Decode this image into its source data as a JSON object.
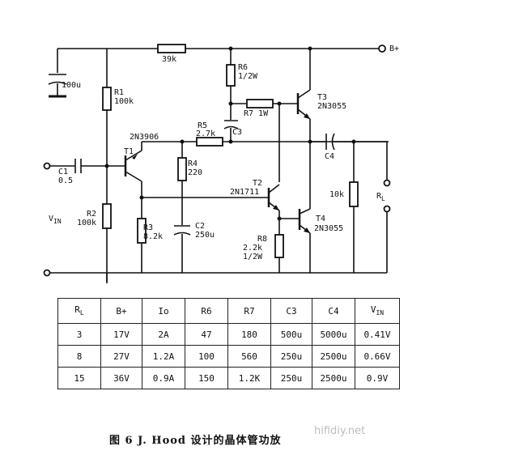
{
  "schematic": {
    "labels": {
      "bplus": "B+",
      "c100u": "100u",
      "r1_name": "R1",
      "r1_val": "100k",
      "r39k": "39k",
      "r6_name": "R6",
      "r6_val": "1/2W",
      "t3_name": "T3",
      "t3_type": "2N3055",
      "r7": "R7 1W",
      "r5_name": "R5",
      "r5_val": "2.7k",
      "c3": "C3",
      "t1_type": "2N3906",
      "t1_name": "T1",
      "c4": "C4",
      "c1_name": "C1",
      "c1_val": "0.5",
      "r4_name": "R4",
      "r4_val": "220",
      "t2_name": "T2",
      "t2_type": "2N1711",
      "r10k": "10k",
      "rl": "R",
      "rl_sub": "L",
      "vin": "V",
      "vin_sub": "IN",
      "r2_name": "R2",
      "r2_val": "100k",
      "r3_name": "R3",
      "r3_val": "8.2k",
      "c2_name": "C2",
      "c2_val": "250u",
      "t4_name": "T4",
      "t4_type": "2N3055",
      "r8_name": "R8",
      "r8_val": "2.2k",
      "r8_pow": "1/2W"
    }
  },
  "table": {
    "headers": [
      "R",
      "B+",
      "Io",
      "R6",
      "R7",
      "C3",
      "C4",
      "V"
    ],
    "header_subs": [
      "L",
      "",
      "",
      "",
      "",
      "",
      "",
      "IN"
    ],
    "rows": [
      [
        "3",
        "17V",
        "2A",
        "47",
        "180",
        "500u",
        "5000u",
        "0.41V"
      ],
      [
        "8",
        "27V",
        "1.2A",
        "100",
        "560",
        "250u",
        "2500u",
        "0.66V"
      ],
      [
        "15",
        "36V",
        "0.9A",
        "150",
        "1.2K",
        "250u",
        "2500u",
        "0.9V"
      ]
    ]
  },
  "caption": "图  6    J. Hood 设计的晶体管功放",
  "watermark": "hifidiy.net"
}
